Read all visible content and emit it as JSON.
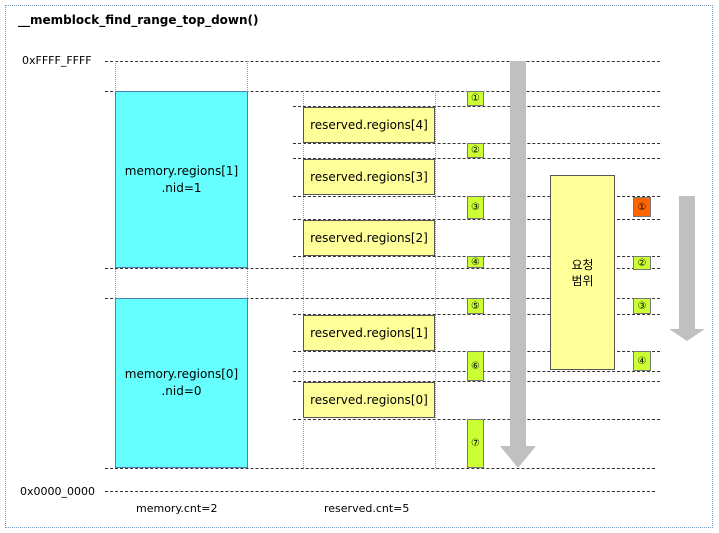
{
  "title": "__memblock_find_range_top_down()",
  "addr_top": "0xFFFF_FFFF",
  "addr_bottom": "0x0000_0000",
  "memory_regions": [
    {
      "line1": "memory.regions[1]",
      "line2": ".nid=1"
    },
    {
      "line1": "memory.regions[0]",
      "line2": ".nid=0"
    }
  ],
  "reserved_regions": [
    "reserved.regions[4]",
    "reserved.regions[3]",
    "reserved.regions[2]",
    "reserved.regions[1]",
    "reserved.regions[0]"
  ],
  "free_slots": [
    "①",
    "②",
    "③",
    "④",
    "⑤",
    "⑥",
    "⑦"
  ],
  "request": {
    "line1": "요청",
    "line2": "범위"
  },
  "request_slots": [
    "①",
    "②",
    "③",
    "④"
  ],
  "memory_cnt": "memory.cnt=2",
  "reserved_cnt": "reserved.cnt=5",
  "colors": {
    "memory": "#66ffff",
    "reserved": "#ffff99",
    "free_slot": "#ccff33",
    "selected_slot": "#ff6600",
    "arrow": "#c0c0c0"
  }
}
